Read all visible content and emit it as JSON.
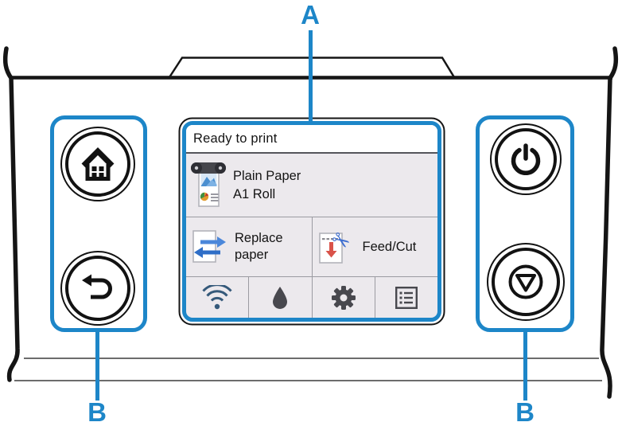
{
  "labels": {
    "screen_callout": "A",
    "buttons_callout": "B"
  },
  "screen": {
    "status_text": "Ready to print",
    "paper_info": {
      "icon": "roll-paper-icon",
      "media_type": "Plain Paper",
      "paper_source": "A1 Roll"
    },
    "action_buttons": [
      {
        "name": "replace-paper-button",
        "icon": "replace-paper-icon",
        "label": "Replace paper"
      },
      {
        "name": "feed-cut-button",
        "icon": "feed-cut-icon",
        "label": "Feed/Cut"
      }
    ],
    "icon_bar": [
      {
        "name": "network-button",
        "icon": "wifi-icon"
      },
      {
        "name": "ink-button",
        "icon": "ink-drop-icon"
      },
      {
        "name": "settings-button",
        "icon": "gear-icon"
      },
      {
        "name": "menu-button",
        "icon": "menu-list-icon"
      }
    ]
  },
  "hardware_buttons": {
    "left_group": [
      {
        "name": "home-button",
        "icon": "home-icon"
      },
      {
        "name": "back-button",
        "icon": "back-arrow-icon"
      }
    ],
    "right_group": [
      {
        "name": "power-button",
        "icon": "power-icon"
      },
      {
        "name": "stop-button",
        "icon": "stop-icon"
      }
    ]
  },
  "colors": {
    "callout_blue": "#1d86c8",
    "screen_background": "#ece9ed",
    "status_bar_background": "#ffffff",
    "icon_gray": "#48484e",
    "wifi_blue": "#35597a",
    "arrow_blue_light": "#4b87da",
    "arrow_blue_dark": "#2f6ec7",
    "feed_arrow_red": "#d9534a",
    "scissors_blue": "#3f6fd1",
    "outline_black": "#121212"
  }
}
